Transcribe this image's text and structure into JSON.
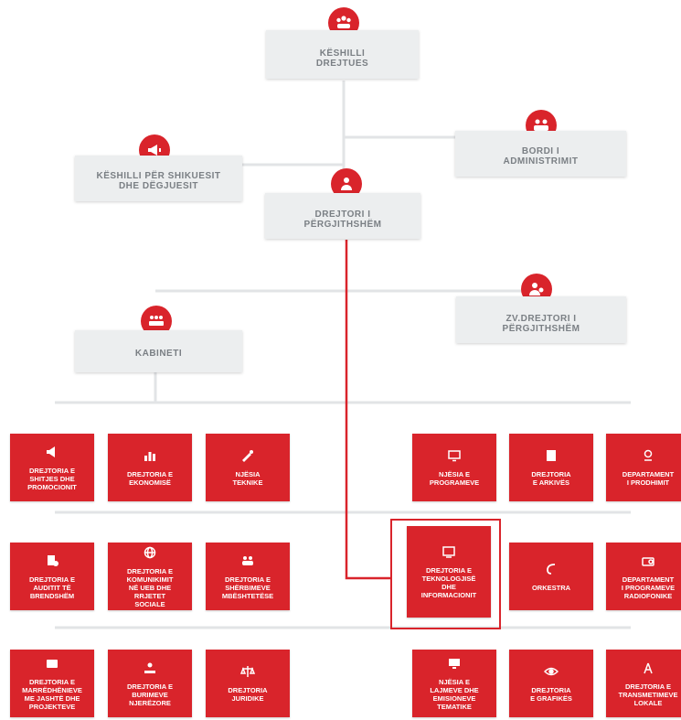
{
  "colors": {
    "accent": "#d9242b",
    "gray_box": "#eceeef",
    "gray_text": "#7a7f84",
    "highlight": "#d9242b"
  },
  "top_units": [
    {
      "id": "keshilli-drejtues",
      "label": "KËSHILLI\nDREJTUES",
      "icon": "people-group-icon"
    },
    {
      "id": "bordi",
      "label": "BORDI I\nADMINISTRIMIT",
      "icon": "board-members-icon"
    },
    {
      "id": "keshilli-shikuesit",
      "label": "KËSHILLI PËR SHIKUESIT\nDHE DËGJUESIT",
      "icon": "megaphone-icon"
    },
    {
      "id": "drejtori",
      "label": "DREJTORI I\nPËRGJITHSHËM",
      "icon": "director-icon"
    },
    {
      "id": "zv-drejtori",
      "label": "ZV.DREJTORI I\nPËRGJITHSHËM",
      "icon": "deputy-director-icon"
    },
    {
      "id": "kabineti",
      "label": "KABINETI",
      "icon": "meeting-table-icon"
    }
  ],
  "departments_left": [
    {
      "label": "DREJTORIA E\nSHITJES DHE\nPROMOCIONIT",
      "icon": "megaphone-icon"
    },
    {
      "label": "DREJTORIA E\nEKONOMISË",
      "icon": "bar-chart-icon"
    },
    {
      "label": "NJËSIA\nTEKNIKE",
      "icon": "tools-icon"
    },
    {
      "label": "DREJTORIA E\nAUDITIT TË\nBRENDSHËM",
      "icon": "audit-document-icon"
    },
    {
      "label": "DREJTORIA E\nKOMUNIKIMIT\nNË UEB DHE\nRRJETET\nSOCIALE",
      "icon": "globe-icon"
    },
    {
      "label": "DREJTORIA E\nSHËRBIMEVE\nMBËSHTETËSE",
      "icon": "support-people-icon"
    },
    {
      "label": "DREJTORIA E\nMARRËDHËNIEVE\nME JASHTË DHE\nPROJEKTEVE",
      "icon": "folder-globe-icon"
    },
    {
      "label": "DREJTORIA E\nBURIMEVE\nNJERËZORE",
      "icon": "hand-people-icon"
    },
    {
      "label": "DREJTORIA\nJURIDIKE",
      "icon": "scales-icon"
    }
  ],
  "departments_right": [
    {
      "label": "NJËSIA E\nPROGRAMEVE",
      "icon": "monitor-icon"
    },
    {
      "label": "DREJTORIA\nE ARKIVËS",
      "icon": "archive-icon"
    },
    {
      "label": "DEPARTAMENT\nI PRODHIMIT",
      "icon": "production-icon"
    },
    {
      "label": "DREJTORIA E\nTEKNOLOGJISË\nDHE\nINFORMACIONIT",
      "icon": "computer-icon",
      "highlighted": true
    },
    {
      "label": "ORKESTRA",
      "icon": "music-note-icon"
    },
    {
      "label": "DEPARTAMENT\nI PROGRAMEVE\nRADIOFONIKE",
      "icon": "radio-icon"
    },
    {
      "label": "NJËSIA E\nLAJMEVE DHE\nEMISIONEVE\nTEMATIKE",
      "icon": "news-screen-icon"
    },
    {
      "label": "DREJTORIA\nE GRAFIKËS",
      "icon": "eye-icon"
    },
    {
      "label": "DREJTORIA E\nTRANSMETIMEVE\nLOKALE",
      "icon": "tower-icon"
    }
  ]
}
